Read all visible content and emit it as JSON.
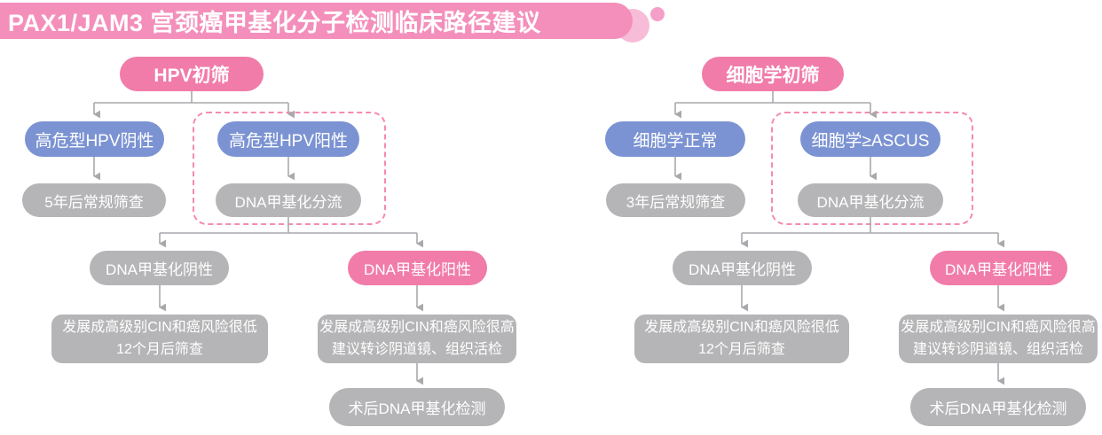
{
  "header": {
    "title": "PAX1/JAM3 宫颈癌甲基化分子检测临床路径建议"
  },
  "colors": {
    "banner": "#f48fbb",
    "pink": "#f17ca9",
    "blue": "#7b93d2",
    "gray": "#b5b5b7",
    "dash_border": "#f58bb0",
    "arrow": "#a9a9ad",
    "node_text": "#ffffff",
    "background": "#ffffff",
    "deco_circle_large": "#f7bcd7",
    "deco_circle_small": "#f49fc8"
  },
  "flowcharts": [
    {
      "title": "HPV初筛",
      "negative_branch": {
        "condition": "高危型HPV阴性",
        "action": "5年后常规筛查"
      },
      "positive_branch": {
        "condition": "高危型HPV阳性",
        "action": "DNA甲基化分流"
      },
      "methylation_negative": {
        "label": "DNA甲基化阴性",
        "outcome_line1": "发展成高级别CIN和癌风险很低",
        "outcome_line2": "12个月后筛查"
      },
      "methylation_positive": {
        "label": "DNA甲基化阳性",
        "outcome_line1": "发展成高级别CIN和癌风险很高",
        "outcome_line2": "建议转诊阴道镜、组织活检",
        "followup": "术后DNA甲基化检测"
      }
    },
    {
      "title": "细胞学初筛",
      "negative_branch": {
        "condition": "细胞学正常",
        "action": "3年后常规筛查"
      },
      "positive_branch": {
        "condition": "细胞学≥ASCUS",
        "action": "DNA甲基化分流"
      },
      "methylation_negative": {
        "label": "DNA甲基化阴性",
        "outcome_line1": "发展成高级别CIN和癌风险很低",
        "outcome_line2": "12个月后筛查"
      },
      "methylation_positive": {
        "label": "DNA甲基化阳性",
        "outcome_line1": "发展成高级别CIN和癌风险很高",
        "outcome_line2": "建议转诊阴道镜、组织活检",
        "followup": "术后DNA甲基化检测"
      }
    }
  ]
}
